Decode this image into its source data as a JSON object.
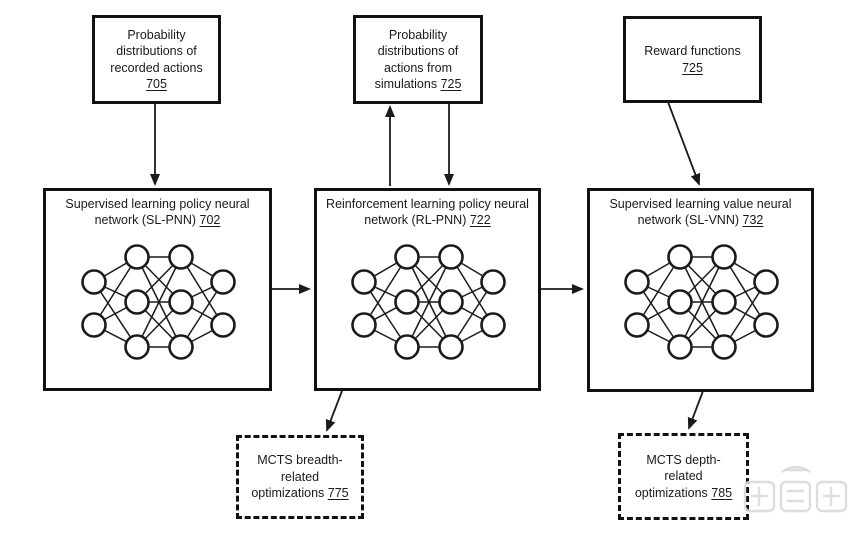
{
  "diagram": {
    "top_boxes": [
      {
        "label": "Probability distributions of recorded actions",
        "ref": "705"
      },
      {
        "label": "Probability distributions of actions from simulations",
        "ref": "725"
      },
      {
        "label": "Reward functions",
        "ref": "725"
      }
    ],
    "network_boxes": [
      {
        "label": "Supervised learning policy neural network (SL-PNN)",
        "ref": "702"
      },
      {
        "label": "Reinforcement learning policy neural network (RL-PNN)",
        "ref": "722"
      },
      {
        "label": "Supervised learning value neural network (SL-VNN)",
        "ref": "732"
      }
    ],
    "mcts_boxes": [
      {
        "label": "MCTS breadth-related optimizations",
        "ref": "775"
      },
      {
        "label": "MCTS depth-related optimizations",
        "ref": "785"
      }
    ],
    "network_layers": [
      2,
      3,
      3,
      2
    ],
    "icons": {
      "watermark": "chedongxi-logo-icon"
    },
    "colors": {
      "line": "#1a1a1a",
      "background": "#ffffff",
      "watermark": "#dcdcdc"
    }
  }
}
